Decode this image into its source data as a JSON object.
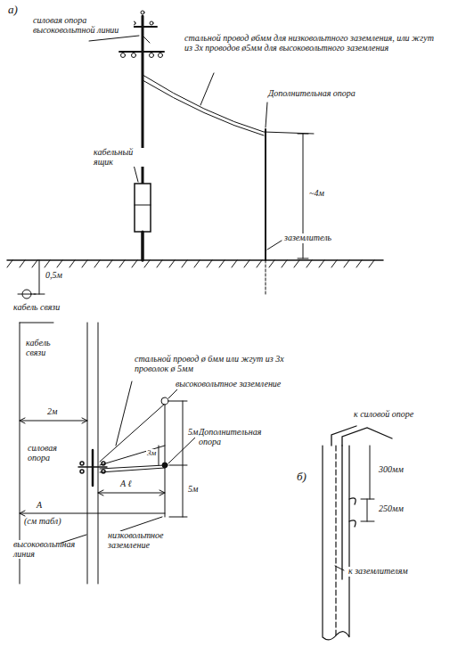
{
  "diagram": {
    "labels": [
      "а)",
      "силовая опора высоковольтной линии",
      "стальной провод ø6мм для низковольтного заземления, или жгут из 3х проводов ø5мм для высоковольтного заземления",
      "Дополнительная опора",
      "кабельный ящик",
      "~4м",
      "0,5м",
      "кабель связи",
      "заземлитель",
      "стальной провод ø 6мм или жгут из 3х проволок ø 5мм",
      "высоковольтное заземление",
      "Дополнительная опора",
      "кабель связи",
      "2м",
      "силовая опора",
      "5м",
      "3м",
      "5м",
      "А ℓ",
      "А",
      "(см табл)",
      "низковольтное заземление",
      "высоковольтная линия",
      "б)",
      "к силовой опоре",
      "300мм",
      "250мм",
      "к заземлителям"
    ]
  }
}
